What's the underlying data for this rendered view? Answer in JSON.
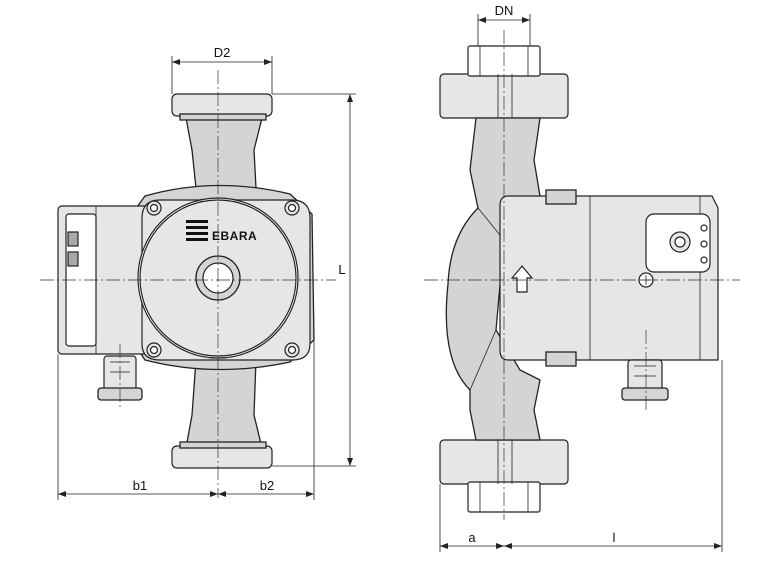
{
  "dimensions": {
    "dn": "DN",
    "d2": "D2",
    "l_upper": "L",
    "b1": "b1",
    "b2": "b2",
    "a": "a",
    "l_lower": "l"
  },
  "brand": {
    "logo_text": "EBARA"
  }
}
